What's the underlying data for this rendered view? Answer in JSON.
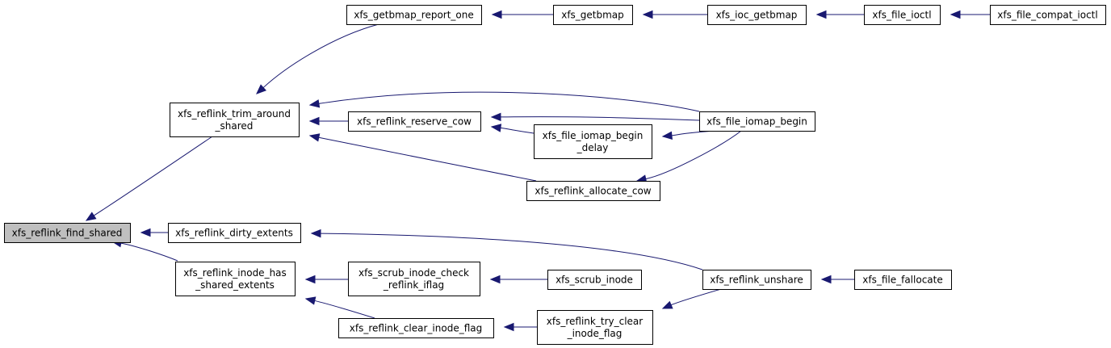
{
  "graph": {
    "nodes": {
      "find_shared": [
        "xfs_reflink_find_shared"
      ],
      "trim_around": [
        "xfs_reflink_trim_around",
        "_shared"
      ],
      "dirty_extents": [
        "xfs_reflink_dirty_extents"
      ],
      "inode_has_shared": [
        "xfs_reflink_inode_has",
        "_shared_extents"
      ],
      "getbmap_report_one": [
        "xfs_getbmap_report_one"
      ],
      "getbmap": [
        "xfs_getbmap"
      ],
      "ioc_getbmap": [
        "xfs_ioc_getbmap"
      ],
      "file_ioctl": [
        "xfs_file_ioctl"
      ],
      "file_compat_ioctl": [
        "xfs_file_compat_ioctl"
      ],
      "reserve_cow": [
        "xfs_reflink_reserve_cow"
      ],
      "file_iomap_begin": [
        "xfs_file_iomap_begin"
      ],
      "iomap_begin_delay": [
        "xfs_file_iomap_begin",
        "_delay"
      ],
      "allocate_cow": [
        "xfs_reflink_allocate_cow"
      ],
      "reflink_unshare": [
        "xfs_reflink_unshare"
      ],
      "file_fallocate": [
        "xfs_file_fallocate"
      ],
      "scrub_check_iflag": [
        "xfs_scrub_inode_check",
        "_reflink_iflag"
      ],
      "scrub_inode": [
        "xfs_scrub_inode"
      ],
      "clear_inode_flag": [
        "xfs_reflink_clear_inode_flag"
      ],
      "try_clear_flag": [
        "xfs_reflink_try_clear",
        "_inode_flag"
      ]
    },
    "edges": [
      [
        "trim_around",
        "find_shared"
      ],
      [
        "dirty_extents",
        "find_shared"
      ],
      [
        "inode_has_shared",
        "find_shared"
      ],
      [
        "getbmap_report_one",
        "trim_around"
      ],
      [
        "getbmap",
        "getbmap_report_one"
      ],
      [
        "ioc_getbmap",
        "getbmap"
      ],
      [
        "file_ioctl",
        "ioc_getbmap"
      ],
      [
        "file_compat_ioctl",
        "file_ioctl"
      ],
      [
        "reserve_cow",
        "trim_around"
      ],
      [
        "file_iomap_begin",
        "trim_around"
      ],
      [
        "allocate_cow",
        "trim_around"
      ],
      [
        "file_iomap_begin",
        "reserve_cow"
      ],
      [
        "iomap_begin_delay",
        "reserve_cow"
      ],
      [
        "file_iomap_begin",
        "iomap_begin_delay"
      ],
      [
        "file_iomap_begin",
        "allocate_cow"
      ],
      [
        "reflink_unshare",
        "dirty_extents"
      ],
      [
        "file_fallocate",
        "reflink_unshare"
      ],
      [
        "scrub_check_iflag",
        "inode_has_shared"
      ],
      [
        "clear_inode_flag",
        "inode_has_shared"
      ],
      [
        "scrub_inode",
        "scrub_check_iflag"
      ],
      [
        "try_clear_flag",
        "clear_inode_flag"
      ],
      [
        "reflink_unshare",
        "try_clear_flag"
      ]
    ]
  }
}
